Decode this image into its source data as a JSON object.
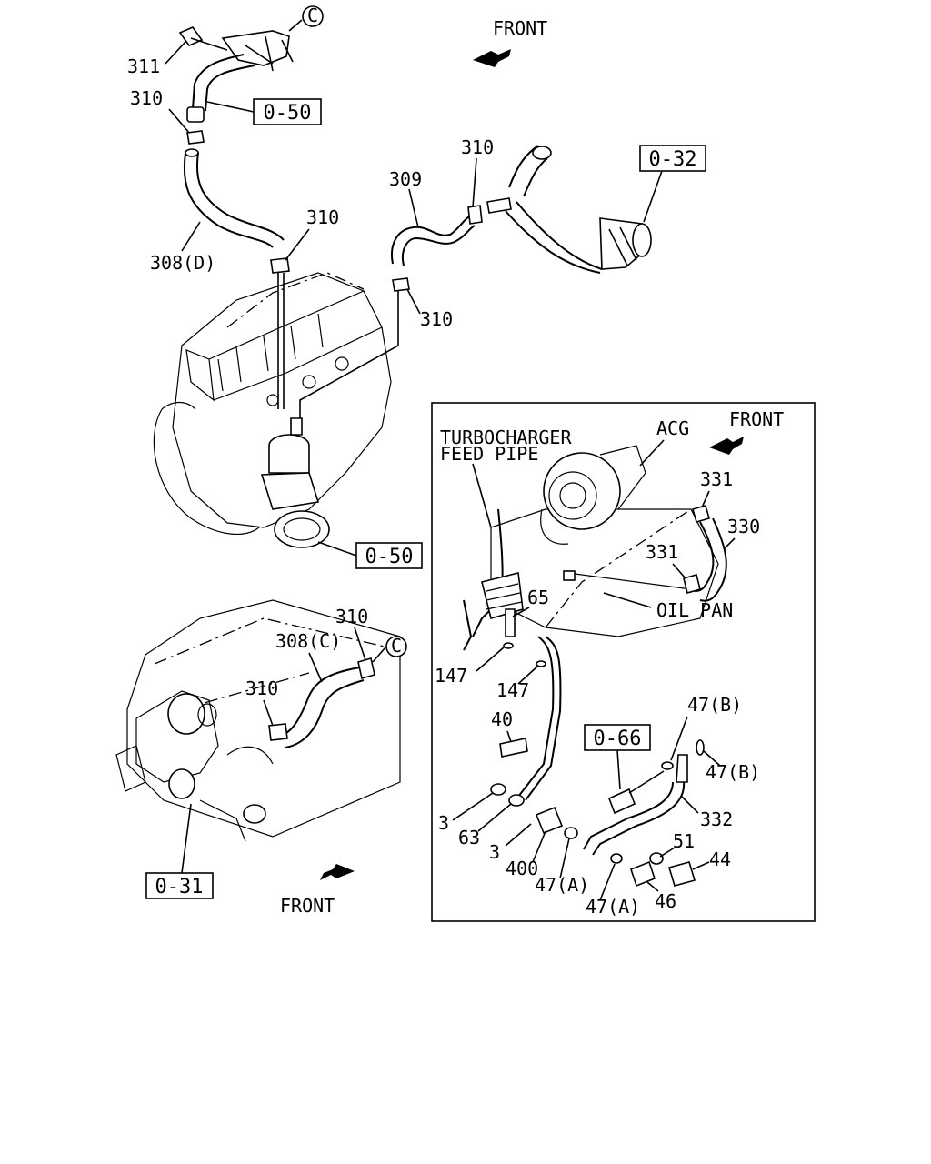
{
  "labels": {
    "front_top": "FRONT",
    "front_inset": "FRONT",
    "front_bottom": "FRONT",
    "turbo_line1": "TURBOCHARGER",
    "turbo_line2": "FEED PIPE",
    "acg": "ACG",
    "oil_pan": "OIL PAN",
    "circle_c": "C"
  },
  "refs": {
    "r050_top": "0-50",
    "r032": "0-32",
    "r050_mid": "0-50",
    "r066": "0-66",
    "r031": "0-31"
  },
  "parts": {
    "p311": "311",
    "p310_a": "310",
    "p308d": "308(D)",
    "p310_b": "310",
    "p309": "309",
    "p310_c": "310",
    "p310_d": "310",
    "p310_e": "310",
    "p308c": "308(C)",
    "p310_f": "310",
    "p331_a": "331",
    "p330": "330",
    "p331_b": "331",
    "p65": "65",
    "p147_a": "147",
    "p147_b": "147",
    "p40": "40",
    "p47b_a": "47(B)",
    "p47b_b": "47(B)",
    "p3_a": "3",
    "p63": "63",
    "p3_b": "3",
    "p400": "400",
    "p47a_a": "47(A)",
    "p47a_b": "47(A)",
    "p332": "332",
    "p51": "51",
    "p44": "44",
    "p46": "46"
  }
}
